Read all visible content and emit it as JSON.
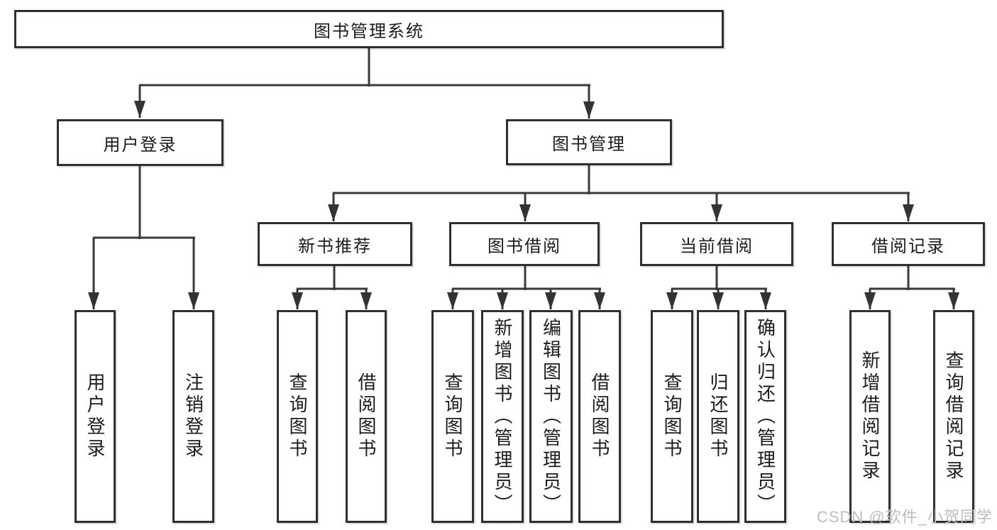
{
  "diagram": {
    "root": {
      "label": "图书管理系统"
    },
    "user_login": {
      "label": "用户登录",
      "children": [
        {
          "label": "用户登录"
        },
        {
          "label": "注销登录"
        }
      ]
    },
    "book_management": {
      "label": "图书管理",
      "sections": [
        {
          "label": "新书推荐",
          "children": [
            {
              "label": "查询图书"
            },
            {
              "label": "借阅图书"
            }
          ]
        },
        {
          "label": "图书借阅",
          "children": [
            {
              "label": "查询图书"
            },
            {
              "label": "新增图书（管理员）"
            },
            {
              "label": "编辑图书（管理员）"
            },
            {
              "label": "借阅图书"
            }
          ]
        },
        {
          "label": "当前借阅",
          "children": [
            {
              "label": "查询图书"
            },
            {
              "label": "归还图书"
            },
            {
              "label": "确认归还（管理员）"
            }
          ]
        },
        {
          "label": "借阅记录",
          "children": [
            {
              "label": "新增借阅记录"
            },
            {
              "label": "查询借阅记录"
            }
          ]
        }
      ]
    }
  },
  "watermark": "CSDN @软件_小贺同学",
  "colors": {
    "line": "#3a3a3a",
    "box_border": "#2f2f2f",
    "background": "#ffffff",
    "watermark": "#bdbdbd"
  }
}
